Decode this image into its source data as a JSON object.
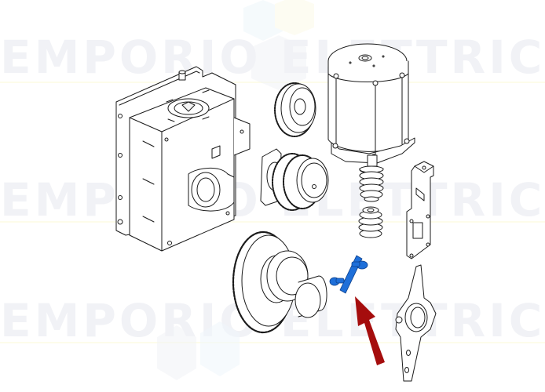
{
  "diagram": {
    "type": "exploded-parts-view",
    "watermark": {
      "text": "EMPORIO ELETTRICO",
      "rows": 3,
      "color": "#f1f2f6"
    },
    "highlighted_part": {
      "name": "blue-pin-link",
      "color": "#1e6fd9"
    },
    "pointer_arrow": {
      "color": "#a50d0d",
      "direction": "up-left"
    },
    "parts": [
      {
        "id": "gearbox-housing",
        "label": "Gearbox housing with mounting plate"
      },
      {
        "id": "motor",
        "label": "Electric motor"
      },
      {
        "id": "gear-small",
        "label": "Small helical gear"
      },
      {
        "id": "gear-double",
        "label": "Double gear with bushing plate"
      },
      {
        "id": "worm-upper",
        "label": "Upper worm screw"
      },
      {
        "id": "worm-lower",
        "label": "Lower worm screw"
      },
      {
        "id": "bracket",
        "label": "Limit switch bracket"
      },
      {
        "id": "large-gear",
        "label": "Large output gear with shaft"
      },
      {
        "id": "pin-link",
        "label": "Release pin link (highlighted)"
      },
      {
        "id": "release-lever",
        "label": "Release lever arm"
      }
    ]
  }
}
